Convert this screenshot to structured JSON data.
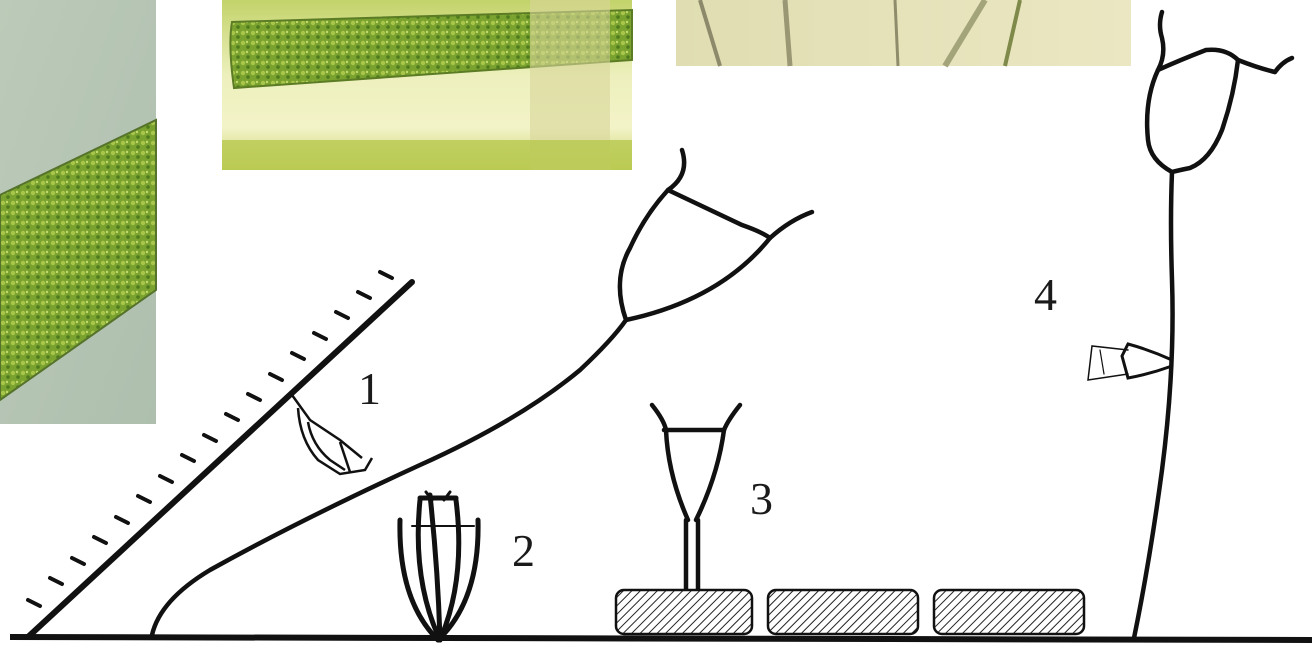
{
  "figure": {
    "labels": [
      {
        "id": "1",
        "text": "1"
      },
      {
        "id": "2",
        "text": "2"
      },
      {
        "id": "3",
        "text": "3"
      },
      {
        "id": "4",
        "text": "4"
      }
    ],
    "photos": [
      {
        "name": "micrograph-filament-diagonal",
        "description_color": "#7da23a"
      },
      {
        "name": "micrograph-filament-horizontal",
        "description_color": "#a6b83a"
      },
      {
        "name": "micrograph-thin-filaments",
        "description_color": "#d8d7a6"
      }
    ],
    "substrate_blocks": 3,
    "colors": {
      "ink": "#111111",
      "photo_bg_left": "#b6c6b3",
      "photo_bg_mid": "#e6e9b2",
      "photo_bg_right": "#e4e1bb",
      "alga_green": "#6f9a2a"
    }
  }
}
